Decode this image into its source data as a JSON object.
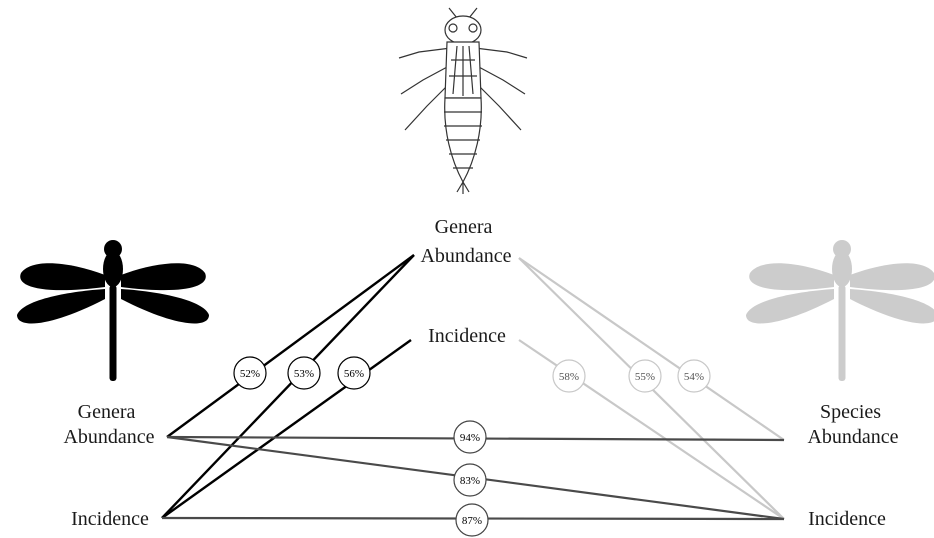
{
  "nodes": {
    "top_genera_abundance": [
      "Genera",
      "Abundance"
    ],
    "top_incidence": [
      "Incidence"
    ],
    "left_genera_abundance": [
      "Genera",
      "Abundance"
    ],
    "left_incidence": [
      "Incidence"
    ],
    "right_species_abundance": [
      "Species",
      "Abundance"
    ],
    "right_incidence": [
      "Incidence"
    ]
  },
  "colors": {
    "black": "#000000",
    "dark": "#4a4a4a",
    "light": "#c8c8c8",
    "label": "#1a1a1a"
  },
  "edges": [
    {
      "from": "left_genera_abundance",
      "to": "top_genera_abundance",
      "label": "52%",
      "color": "black"
    },
    {
      "from": "left_incidence",
      "to": "top_genera_abundance",
      "label": "53%",
      "color": "black"
    },
    {
      "from": "left_incidence",
      "to": "top_incidence",
      "label": "56%",
      "color": "black"
    },
    {
      "from": "top_incidence",
      "to": "right_incidence",
      "label": "58%",
      "color": "light"
    },
    {
      "from": "top_genera_abundance",
      "to": "right_incidence",
      "label": "55%",
      "color": "light"
    },
    {
      "from": "top_genera_abundance",
      "to": "right_species_abundance",
      "label": "54%",
      "color": "light"
    },
    {
      "from": "left_genera_abundance",
      "to": "right_species_abundance",
      "label": "94%",
      "color": "dark"
    },
    {
      "from": "left_genera_abundance",
      "to": "right_incidence",
      "label": "83%",
      "color": "dark"
    },
    {
      "from": "left_incidence",
      "to": "right_incidence",
      "label": "87%",
      "color": "dark"
    }
  ],
  "icons": {
    "top": "larva-icon",
    "left": "dragonfly-black-icon",
    "right": "dragonfly-gray-icon"
  }
}
